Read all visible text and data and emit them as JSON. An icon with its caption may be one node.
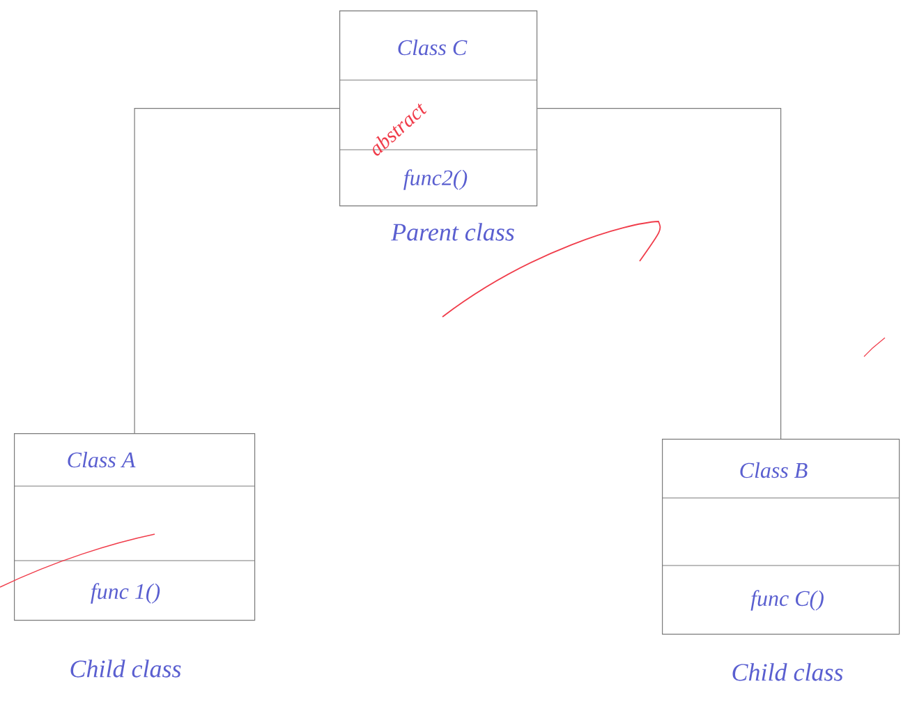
{
  "diagram": {
    "nodes": [
      {
        "text": [
          "Class C",
          "abstract",
          "func2()"
        ],
        "beside": [
          "Parent class"
        ]
      },
      {
        "text": [
          "Class A",
          "func 1()"
        ],
        "beside": [
          "Child class"
        ]
      },
      {
        "text": [
          "Class B",
          "func C()"
        ],
        "beside": [
          "Child class"
        ]
      }
    ],
    "edges": [
      {
        "from": 0,
        "to": 1,
        "arrow": "none"
      },
      {
        "from": 0,
        "to": 2,
        "arrow": "none"
      }
    ]
  }
}
